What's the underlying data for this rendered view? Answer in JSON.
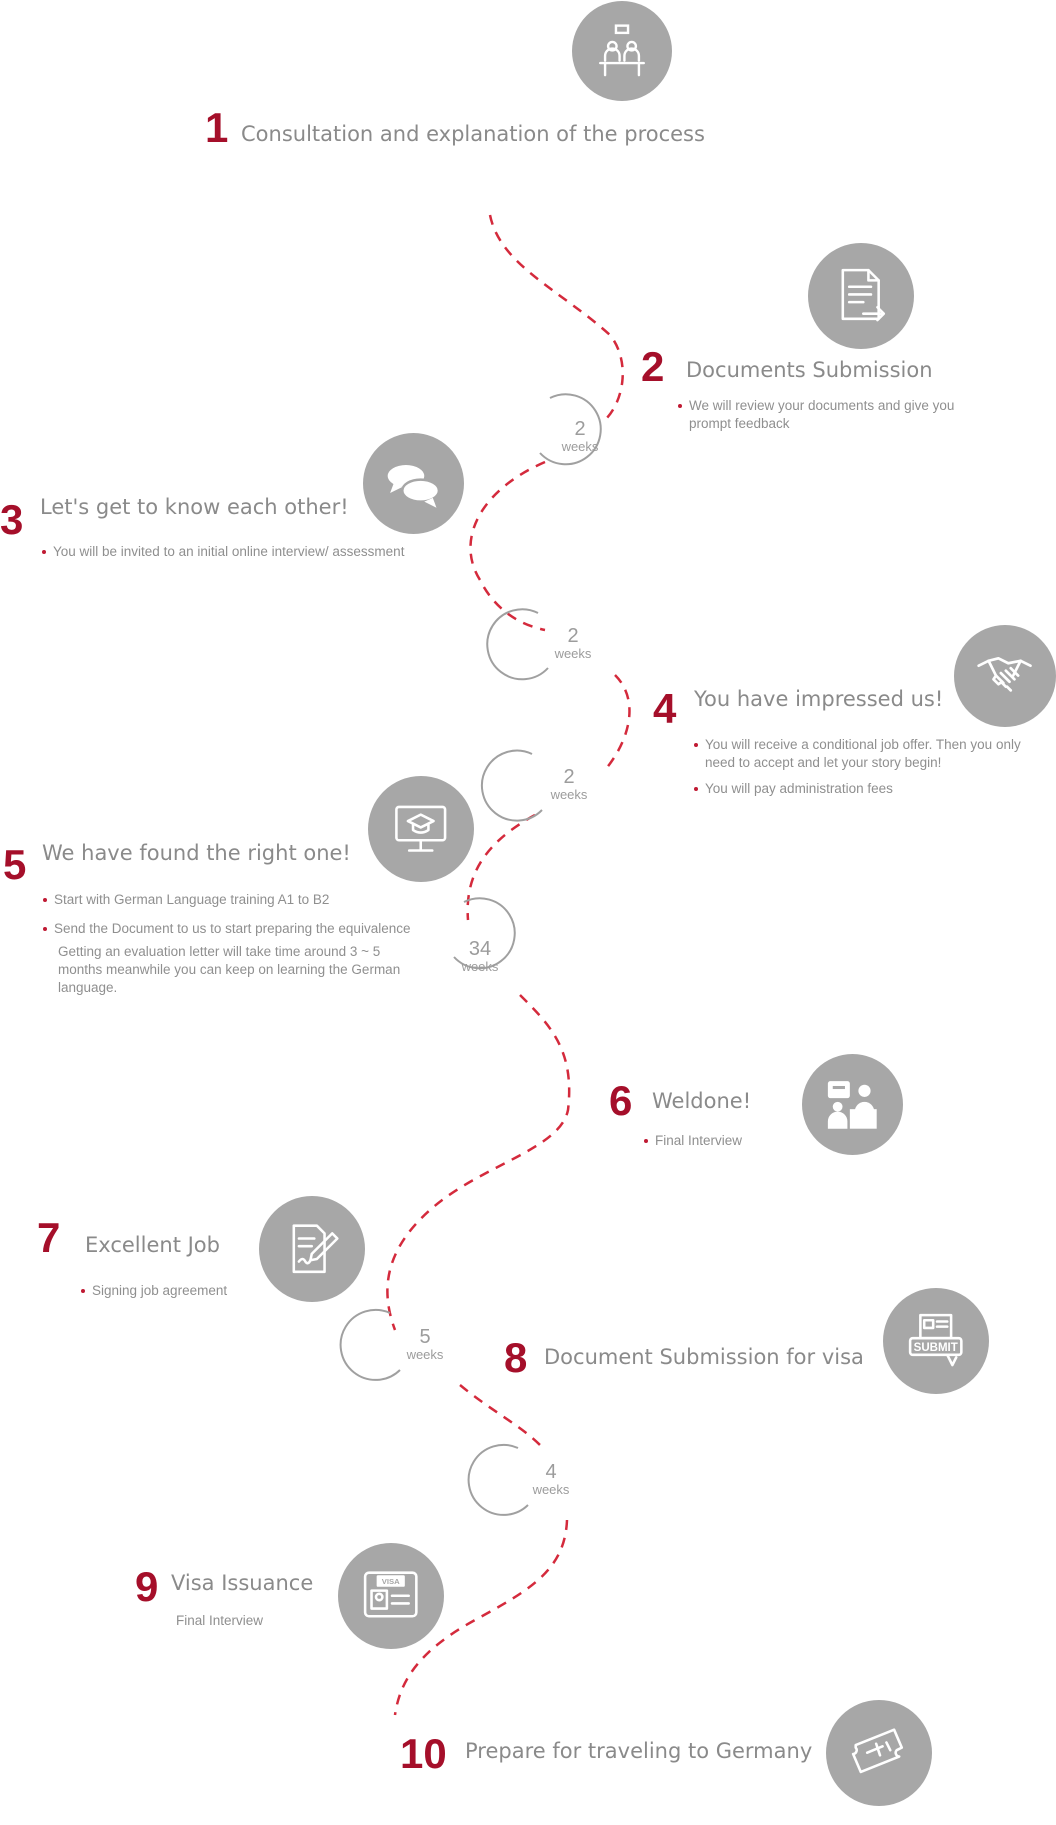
{
  "steps": [
    {
      "number": "1",
      "title": "Consultation and explanation of the process",
      "icon": "consultation-meeting-icon"
    },
    {
      "number": "2",
      "title": "Documents Submission",
      "icon": "document-arrow-icon",
      "bullets": [
        "We will review your documents and give you prompt feedback"
      ]
    },
    {
      "number": "3",
      "title": "Let's get to know each other!",
      "icon": "speech-bubbles-icon",
      "bullets": [
        "You will be invited to an initial online interview/ assessment"
      ]
    },
    {
      "number": "4",
      "title": "You have impressed us!",
      "icon": "handshake-icon",
      "bullets": [
        "You will receive a conditional job offer. Then you only need to accept and let your story begin!",
        "You will pay administration fees"
      ]
    },
    {
      "number": "5",
      "title": "We have found the right one!",
      "icon": "monitor-graduation-cap-icon",
      "bullets": [
        "Start with German Language training A1 to B2",
        "Send the Document to us to start preparing the equivalence"
      ],
      "note": "Getting an evaluation letter will take time around 3 ~ 5 months meanwhile you can keep on learning the German language."
    },
    {
      "number": "6",
      "title": "Weldone!",
      "icon": "interview-icon",
      "bullets": [
        "Final Interview"
      ]
    },
    {
      "number": "7",
      "title": "Excellent Job",
      "icon": "signing-document-icon",
      "bullets": [
        "Signing job agreement"
      ]
    },
    {
      "number": "8",
      "title": "Document Submission for visa",
      "icon": "submit-form-icon"
    },
    {
      "number": "9",
      "title": "Visa Issuance",
      "icon": "visa-card-icon",
      "note": "Final Interview"
    },
    {
      "number": "10",
      "title": "Prepare for traveling to Germany",
      "icon": "airplane-ticket-icon"
    }
  ],
  "durations": [
    {
      "value": "2",
      "unit": "weeks"
    },
    {
      "value": "2",
      "unit": "weeks"
    },
    {
      "value": "2",
      "unit": "weeks"
    },
    {
      "value": "34",
      "unit": "weeks"
    },
    {
      "value": "5",
      "unit": "weeks"
    },
    {
      "value": "4",
      "unit": "weeks"
    }
  ],
  "colors": {
    "accent": "#a50f2a",
    "dot": "#c01a33",
    "path": "#d42a3c",
    "icon_bg": "#a7a7a7",
    "text": "#8a8a8a"
  }
}
